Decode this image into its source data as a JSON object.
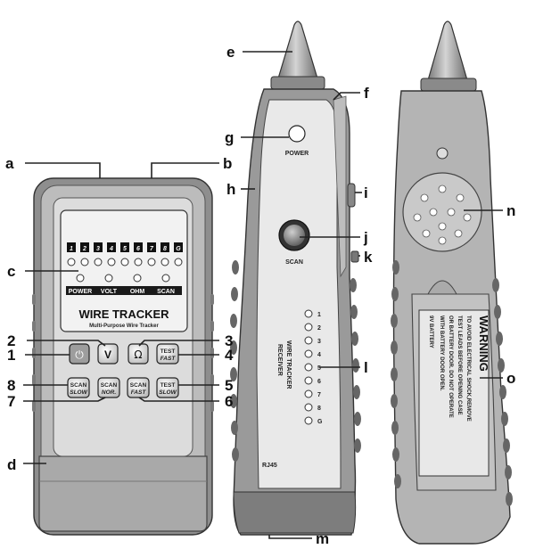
{
  "tester": {
    "led_numbers": [
      "1",
      "2",
      "3",
      "4",
      "5",
      "6",
      "7",
      "8",
      "G"
    ],
    "status_labels": [
      "POWER",
      "VOLT",
      "OHM",
      "SCAN"
    ],
    "title": "WIRE TRACKER",
    "subtitle": "Multi-Purpose Wire Tracker",
    "buttons": {
      "power": "⏻",
      "volt": "V",
      "ohm": "Ω",
      "test_fast": [
        "TEST",
        "FAST"
      ],
      "scan_slow": [
        "SCAN",
        "SLOW"
      ],
      "scan_nor": [
        "SCAN",
        "NOR."
      ],
      "scan_fast": [
        "SCAN",
        "FAST"
      ],
      "test_slow": [
        "TEST",
        "SLOW"
      ]
    }
  },
  "receiver": {
    "power_label": "POWER",
    "scan_label": "SCAN",
    "side_text": [
      "WIRE TRACKER",
      "RECEIVER"
    ],
    "port_label": "RJ45",
    "led_numbers": [
      "1",
      "2",
      "3",
      "4",
      "5",
      "6",
      "7",
      "8",
      "G"
    ]
  },
  "warning": {
    "heading": "WARNING",
    "lines": [
      "TO AVOID ELECTRICAL SHOCK,REMOVE",
      "TEST LEADS BEFORE OPENING CASE",
      "OR BATTERY DOOR. DO NOT OPERATE",
      "WITH BATTERY DOOR OPEN.",
      "9V BATTERY"
    ]
  },
  "callouts": {
    "a": "a",
    "b": "b",
    "c": "c",
    "d": "d",
    "e": "e",
    "f": "f",
    "g": "g",
    "h": "h",
    "i": "i",
    "j": "j",
    "k": "k",
    "l": "l",
    "m": "m",
    "n": "n",
    "o": "o",
    "n1": "1",
    "n2": "2",
    "n3": "3",
    "n4": "4",
    "n5": "5",
    "n6": "6",
    "n7": "7",
    "n8": "8"
  }
}
